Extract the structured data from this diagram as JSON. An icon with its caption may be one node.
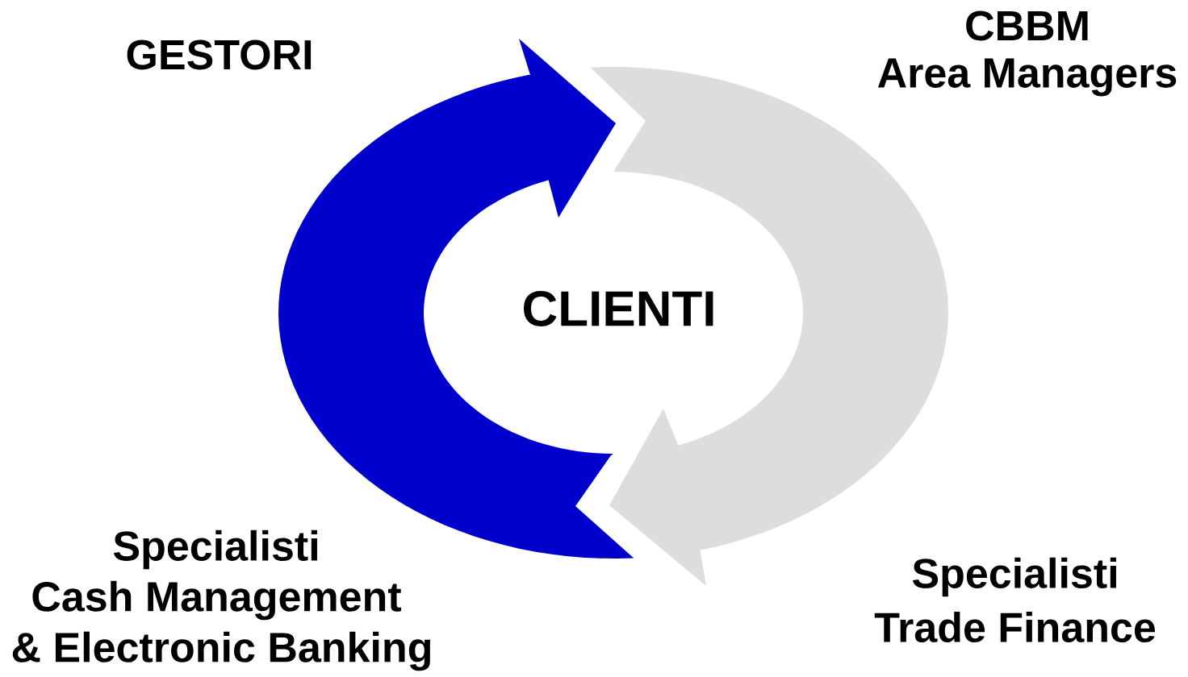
{
  "diagram": {
    "labels": [
      "GESTORI",
      "CBBM",
      "Area Managers",
      "CLIENTI",
      "Specialisti",
      "Cash Management",
      "& Electronic Banking",
      "Specialisti",
      "Trade Finance"
    ]
  }
}
